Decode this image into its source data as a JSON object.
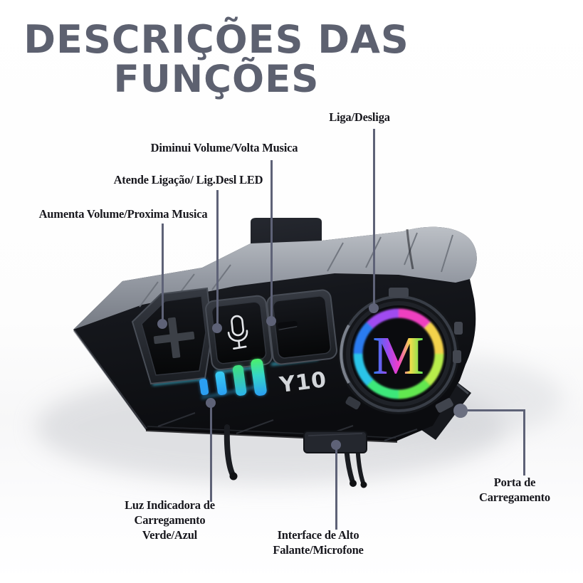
{
  "title": {
    "line1": "DESCRIÇÕES DAS",
    "line2": "FUNÇÕES"
  },
  "callouts": {
    "power": {
      "label": "Liga/Desliga"
    },
    "volume_down": {
      "label": "Diminui Volume/Volta Musica"
    },
    "answer": {
      "label": "Atende Ligação/ Lig.Desl LED"
    },
    "volume_up": {
      "label": "Aumenta Volume/Proxima Musica"
    },
    "charge_light": {
      "line1": "Luz Indicadora de",
      "line2": "Carregamento",
      "line3": "Verde/Azul"
    },
    "speaker": {
      "line1": "Interface de Alto",
      "line2": "Falante/Microfone"
    },
    "charge_port": {
      "line1": "Porta de",
      "line2": "Carregamento"
    }
  },
  "device": {
    "model": "Y10",
    "logo_letter": "M",
    "buttons": [
      "plus-icon",
      "mic-icon",
      "minus-icon"
    ],
    "led_bars": {
      "count": 4,
      "colors": [
        "#2b9ff2",
        "#38cdf2",
        "#3fe07c",
        "#4cf06a"
      ]
    }
  },
  "colors": {
    "title": "#5d6170",
    "label_text": "#17171d",
    "leader_line": "#5e6277",
    "body_dark": "#15171c",
    "top_band": "#9aa0a8",
    "glow_cyan": "#3fd2f5"
  }
}
